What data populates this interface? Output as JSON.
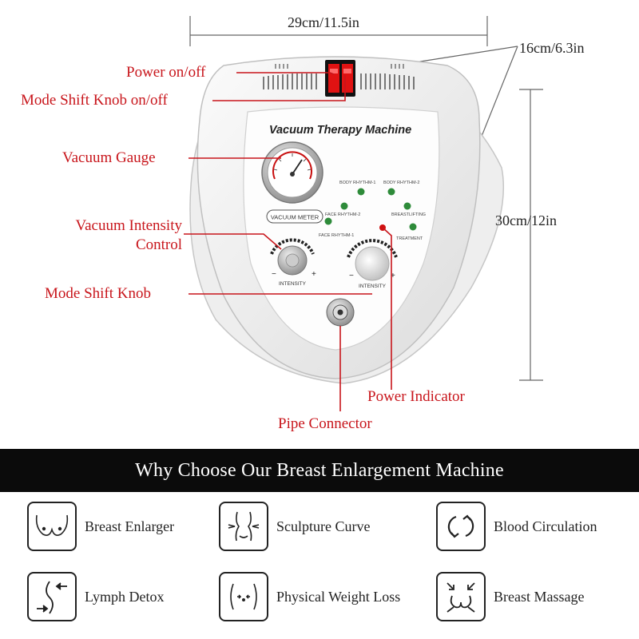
{
  "dimensions": {
    "width": "29cm/11.5in",
    "depth": "16cm/6.3in",
    "height": "30cm/12in"
  },
  "callouts": {
    "power_switch": "Power on/off",
    "mode_shift_switch": "Mode Shift Knob on/off",
    "vacuum_gauge": "Vacuum Gauge",
    "vacuum_intensity_line1": "Vacuum Intensity",
    "vacuum_intensity_line2": "Control",
    "mode_shift_knob": "Mode Shift Knob",
    "power_indicator": "Power Indicator",
    "pipe_connector": "Pipe Connector"
  },
  "machine": {
    "title": "Vacuum Therapy Machine",
    "gauge_label": "VACUUM METER",
    "mode_labels": {
      "body_rhythm_1": "BODY RHYTHM-1",
      "body_rhythm_2": "BODY RHYTHM-2",
      "face_rhythm_2": "FACE RHYTHM-2",
      "breastlifting": "BREASTLIFTING",
      "face_rhythm_1": "FACE RHYTHM-1",
      "treatment": "TREATMENT"
    },
    "knob_left_label": "INTENSITY",
    "knob_right_label": "INTENSITY",
    "minus": "−",
    "plus": "+"
  },
  "banner": {
    "title": "Why Choose Our Breast Enlargement Machine"
  },
  "features": [
    {
      "label": "Breast Enlarger",
      "icon": "breast-icon"
    },
    {
      "label": "Sculpture Curve",
      "icon": "waist-curve-icon"
    },
    {
      "label": "Blood Circulation",
      "icon": "circulation-arrows-icon"
    },
    {
      "label": "Lymph Detox",
      "icon": "lymph-arrows-icon"
    },
    {
      "label": "Physical Weight Loss",
      "icon": "body-slim-icon"
    },
    {
      "label": "Breast Massage",
      "icon": "massage-arrows-icon"
    }
  ],
  "colors": {
    "callout_red": "#c8151b",
    "led_green": "#2e8b3a",
    "power_led": "#d01010",
    "banner_bg": "#0b0b0b"
  }
}
